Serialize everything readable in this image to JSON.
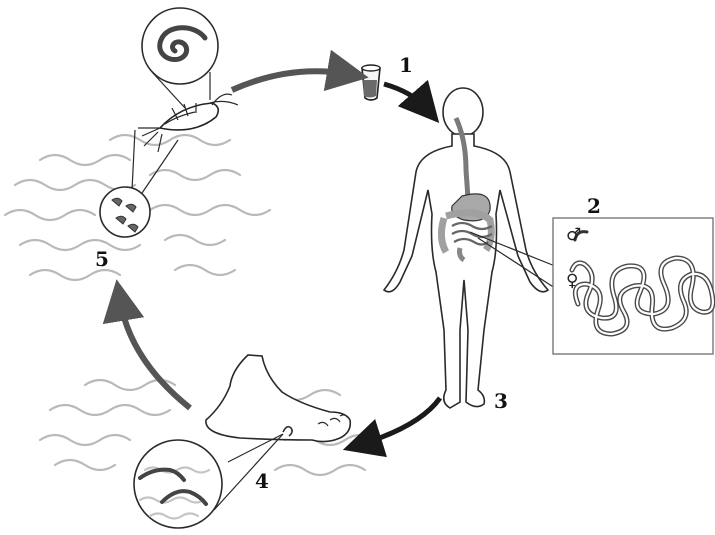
{
  "steps": [
    {
      "number": "1"
    },
    {
      "number": "2"
    },
    {
      "number": "3"
    },
    {
      "number": "4"
    },
    {
      "number": "5"
    }
  ],
  "sex_symbols": {
    "male": "♂",
    "female": "♀"
  },
  "colors": {
    "arrow_dark": "#1a1a1a",
    "arrow_grey": "#555555",
    "water_wave": "#b9b9b9",
    "outline": "#2a2a2a",
    "organ_fill": "#9a9a9a"
  }
}
